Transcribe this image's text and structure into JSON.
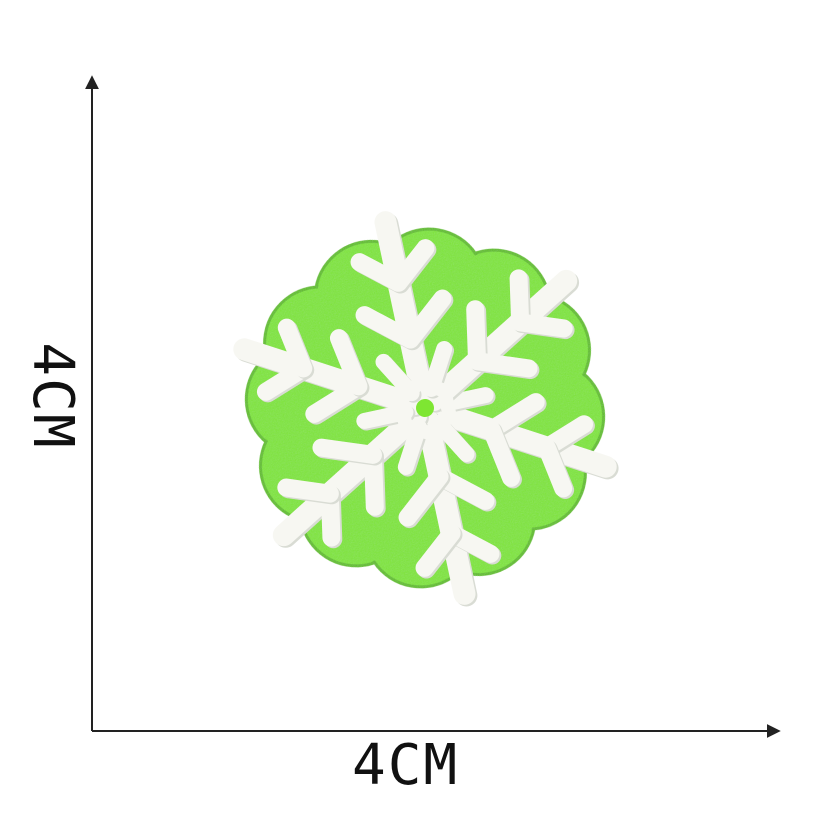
{
  "product": {
    "name": "snowflake-patch",
    "felt_color": "#7ee632",
    "felt_edge_color": "#5fbf1e",
    "stitch_color": "#f7f7f2",
    "stitch_shadow_color": "#d9dcd4"
  },
  "dimensions": {
    "width_label": "4CM",
    "height_label": "4CM",
    "axis_color": "#222222"
  }
}
